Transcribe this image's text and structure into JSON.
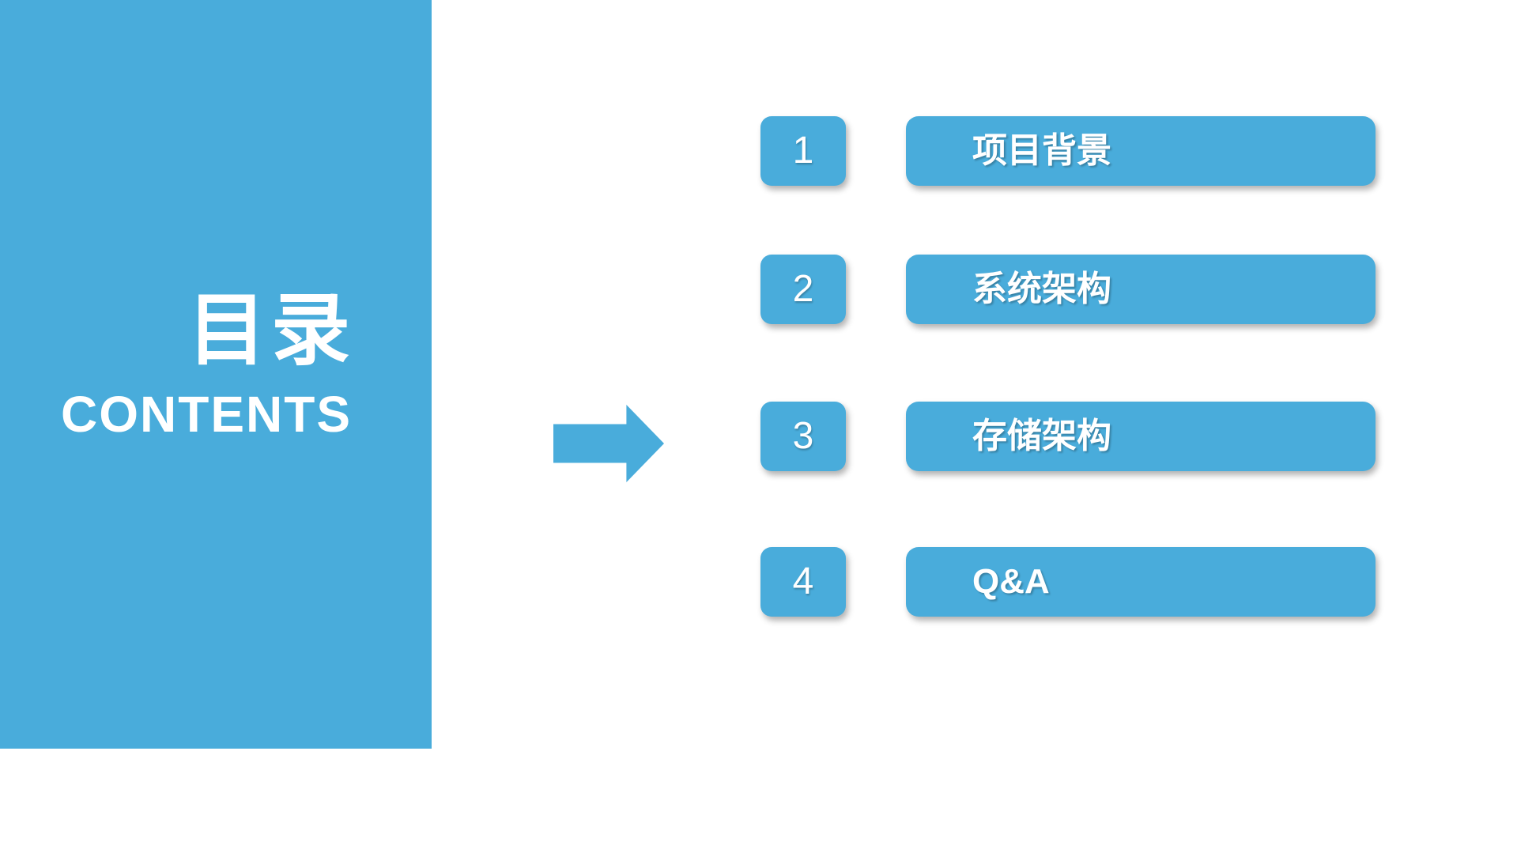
{
  "slide": {
    "title_cn": "目录",
    "title_en": "CONTENTS"
  },
  "colors": {
    "accent": "#49acdb",
    "background": "#ffffff",
    "text_on_accent": "#ffffff"
  },
  "icons": {
    "pointer_arrow": "right-arrow-icon"
  },
  "toc": {
    "items": [
      {
        "number": "1",
        "label": "项目背景"
      },
      {
        "number": "2",
        "label": "系统架构"
      },
      {
        "number": "3",
        "label": "存储架构"
      },
      {
        "number": "4",
        "label": "Q&A"
      }
    ]
  }
}
